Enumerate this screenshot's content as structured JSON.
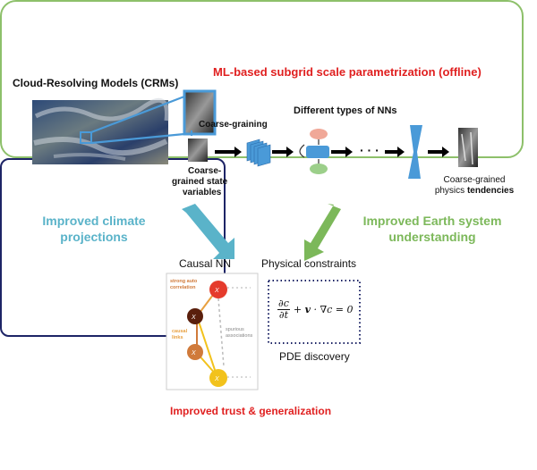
{
  "top": {
    "crm_label": "Cloud-Resolving Models (CRMs)",
    "title": "ML-based subgrid scale parametrization (offline)",
    "coarse_graining": "Coarse-graining",
    "state_vars": [
      "Coarse-",
      "grained state",
      "variables"
    ],
    "nn_types": "Different types of NNs",
    "tendencies_line1": "Coarse-grained",
    "tendencies_line2_prefix": "physics ",
    "tendencies_line2_bold": "tendencies",
    "dots": "· · ·"
  },
  "middle": {
    "left_line1": "Improved climate",
    "left_line2": "projections",
    "right_line1": "Improved Earth system",
    "right_line2": "understanding"
  },
  "bottom": {
    "causal_title": "Causal NN",
    "physical_title": "Physical constraints",
    "pde_title": "PDE discovery",
    "trust": "Improved trust & generalization",
    "graph": {
      "auto_corr": [
        "strong auto",
        "correlation"
      ],
      "causal_links": [
        "causal",
        "links"
      ],
      "spurious": [
        "spurious",
        "associations"
      ]
    }
  },
  "colors": {
    "top_border": "#8dc06a",
    "bottom_border": "#1d2466",
    "red": "#e02020",
    "blue": "#5ab3c9",
    "green": "#7cb85a",
    "node_red": "#e53b2c",
    "node_dark": "#5a1f0c",
    "node_orange": "#d07a3a",
    "node_yellow": "#f2c21c"
  }
}
